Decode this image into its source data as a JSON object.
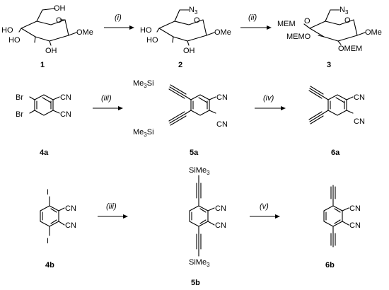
{
  "compounds": {
    "c1": "1",
    "c2": "2",
    "c3": "3",
    "c4a": "4a",
    "c5a": "5a",
    "c6a": "6a",
    "c4b": "4b",
    "c5b": "5b",
    "c6b": "6b"
  },
  "conditions": {
    "i": "(i)",
    "ii": "(ii)",
    "iii_a": "(iii)",
    "iv": "(iv)",
    "iii_b": "(iii)",
    "v": "(v)"
  },
  "atom_labels": {
    "oh": "OH",
    "ho": "HO",
    "ome": "OMe",
    "o": "O",
    "n3": "N",
    "n3_sub": "3",
    "mem": "MEM",
    "memo": "MEMO",
    "omem": "OMEM",
    "br": "Br",
    "cn": "CN",
    "i": "I",
    "me3si_pre": "Me",
    "me3si_sub": "3",
    "me3si_post": "Si",
    "sime3_pre": "SiMe",
    "sime3_sub": "3"
  }
}
